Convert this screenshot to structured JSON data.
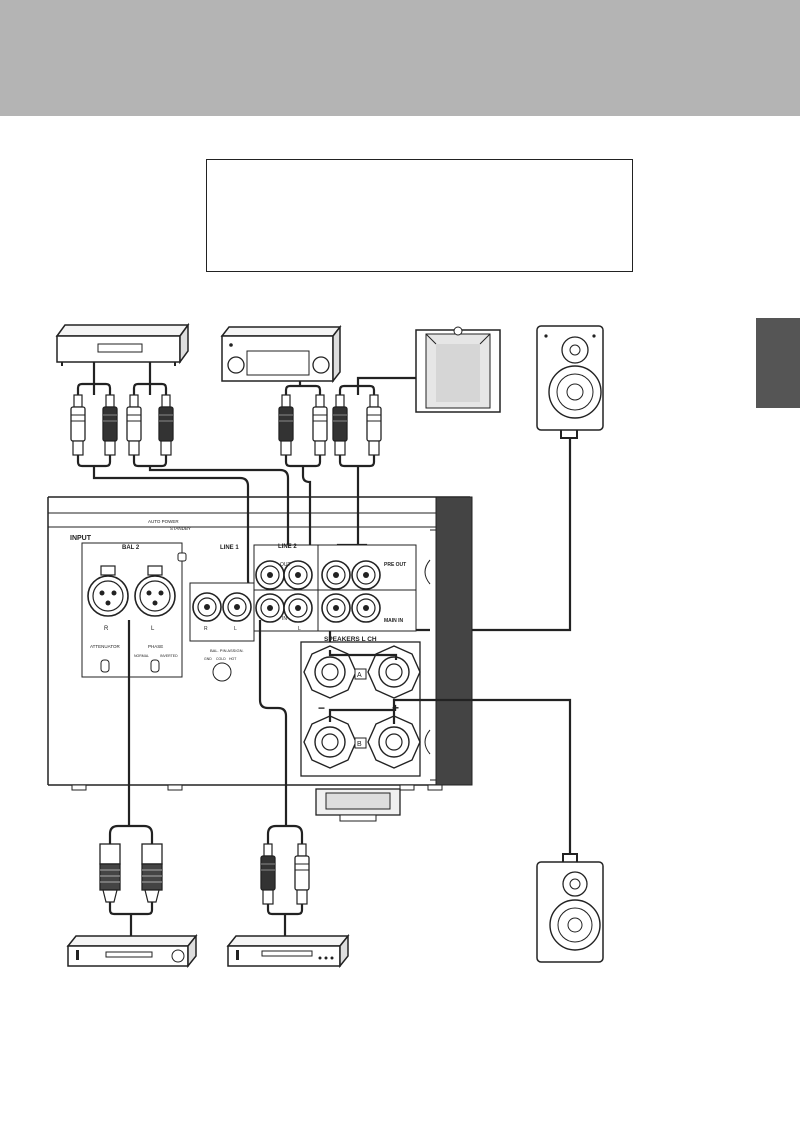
{
  "colors": {
    "header_band": "#b4b4b4",
    "side_tab": "#555555",
    "line": "#222222",
    "panel": "#e9e9e9"
  },
  "panel": {
    "input_label": "INPUT",
    "bal2_label": "BAL 2",
    "auto_power_label": "AUTO POWER",
    "standby_label": "STANDBY",
    "line1_label": "LINE 1",
    "line2_label": "LINE 2",
    "out_label": "OUT",
    "in_label": "IN",
    "pre_out_label": "PRE OUT",
    "main_in_label": "MAIN IN",
    "speakers_label": "SPEAKERS L CH",
    "a_label": "A",
    "b_label": "B",
    "minus_label": "−",
    "plus_label": "+",
    "attenuator_label": "ATTENUATOR",
    "phase_label": "PHASE",
    "normal_label": "NORMAL",
    "inverted_label": "INVERTED",
    "r_label": "R",
    "l_label": "L",
    "bal_pin_label": "BAL. PIN ASSIGN.",
    "gnd_label": "GND",
    "cold_label": "COLD",
    "hot_label": "HOT"
  }
}
